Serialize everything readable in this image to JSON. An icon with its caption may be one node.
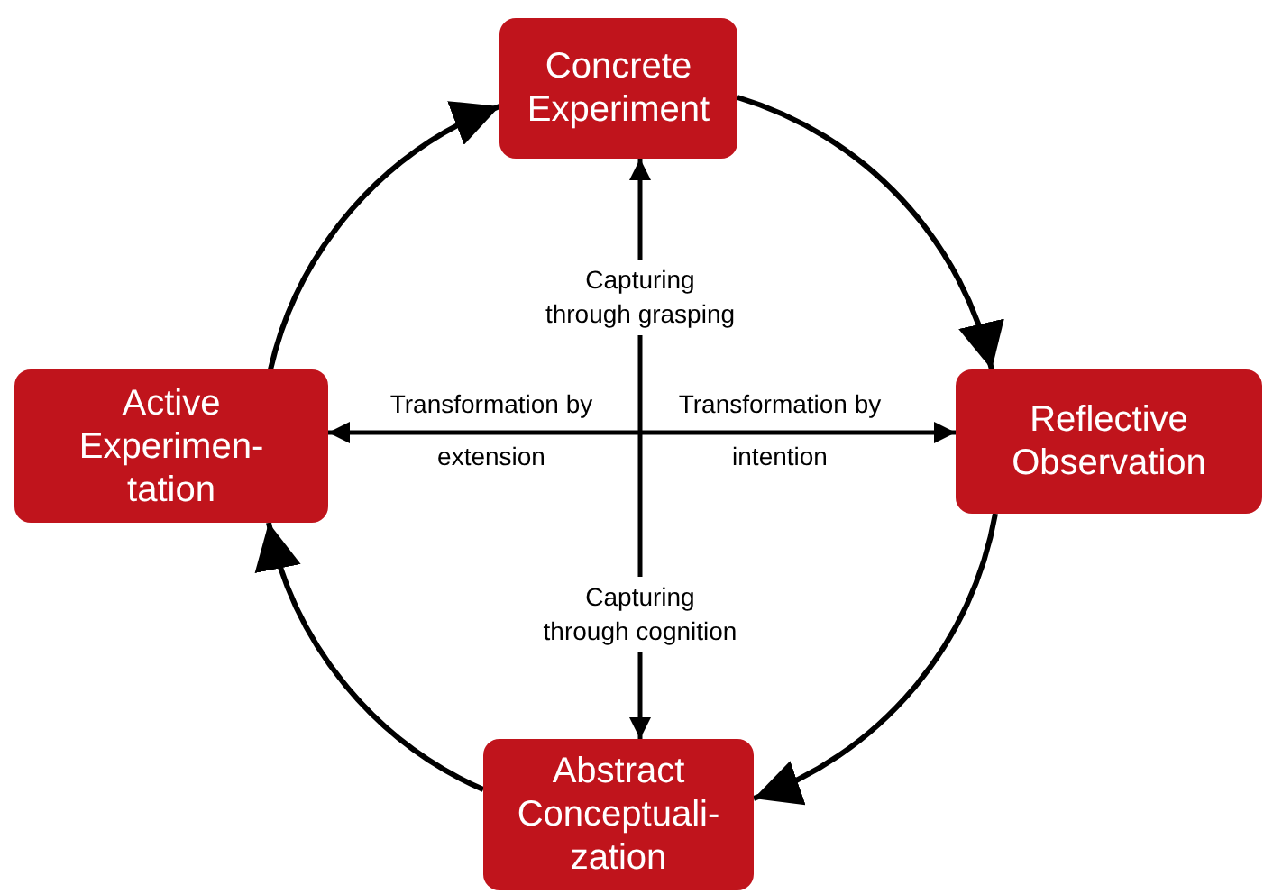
{
  "diagram": {
    "nodes": [
      {
        "text": [
          "Concrete Experiment"
        ]
      },
      {
        "text": [
          "Reflective Observation"
        ]
      },
      {
        "text": [
          "Abstract Conceptuali- zation"
        ]
      },
      {
        "text": [
          "Active Experimen- tation"
        ]
      }
    ],
    "edges": [
      {
        "from": 0,
        "to": 1,
        "arrow": "to"
      },
      {
        "from": 1,
        "to": 2,
        "arrow": "to"
      },
      {
        "from": 2,
        "to": 3,
        "arrow": "to"
      },
      {
        "from": 3,
        "to": 0,
        "arrow": "to"
      },
      {
        "from": null,
        "to": 0,
        "arrow": "to",
        "label": "Capturing through grasping"
      },
      {
        "from": null,
        "to": 3,
        "arrow": "to",
        "label": "Transformation by extension"
      },
      {
        "from": null,
        "to": 1,
        "arrow": "to",
        "label": "Transformation by intention"
      },
      {
        "from": null,
        "to": 2,
        "arrow": "to",
        "label": "Capturing through cognition"
      }
    ]
  }
}
